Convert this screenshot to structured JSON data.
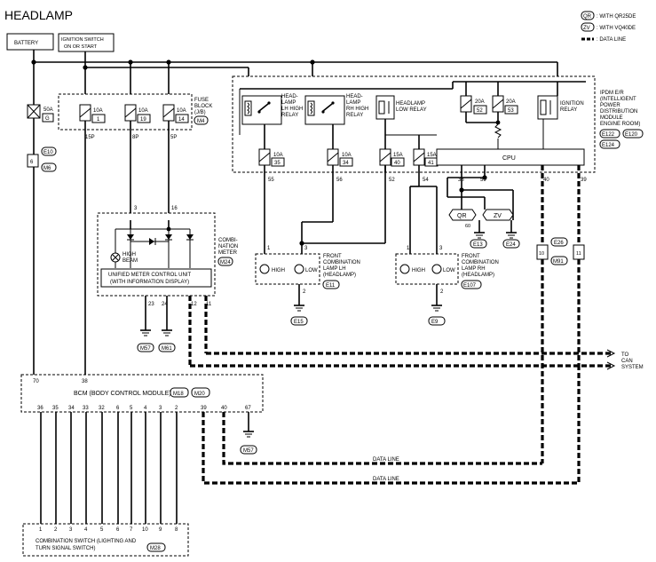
{
  "title": "HEADLAMP",
  "legend": {
    "qr_code": "QR",
    "qr_text": ": WITH QR25DE",
    "zv_code": "ZV",
    "zv_text": ": WITH VQ40DE",
    "data_line_text": ": DATA LINE"
  },
  "top_boxes": {
    "battery": "BATTERY",
    "ignition_line1": "IGNITION SWITCH",
    "ignition_line2": "ON OR START"
  },
  "fuse_block": {
    "label_line1": "FUSE",
    "label_line2": "BLOCK",
    "label_line3": "(J/B)",
    "connector": "M4",
    "fuses": [
      {
        "amp": "10A",
        "num": "1",
        "pin": "15P"
      },
      {
        "amp": "10A",
        "num": "19",
        "pin": "8P"
      },
      {
        "amp": "10A",
        "num": "14",
        "pin": "5P"
      }
    ]
  },
  "main_fuse": {
    "amp": "50A",
    "num": "G"
  },
  "fusible_connector": {
    "c1": "E10",
    "pin": "6",
    "c2": "M6"
  },
  "ipdm": {
    "label_lines": [
      "IPDM E/R",
      "(INTELLIGENT",
      "POWER",
      "DISTRIBUTION",
      "MODULE",
      "ENGINE ROOM)"
    ],
    "connectors": [
      "E122",
      "E120",
      "E124"
    ],
    "relays": [
      {
        "lines": [
          "HEAD-",
          "LAMP",
          "LH HIGH",
          "RELAY"
        ]
      },
      {
        "lines": [
          "HEAD-",
          "LAMP",
          "RH HIGH",
          "RELAY"
        ]
      },
      {
        "lines": [
          "HEADLAMP",
          "LOW RELAY"
        ]
      },
      {
        "lines": [
          "IGNITION",
          "RELAY"
        ]
      }
    ],
    "upper_fuses": [
      {
        "amp": "20A",
        "num": "52"
      },
      {
        "amp": "20A",
        "num": "53"
      }
    ],
    "lower_fuses": [
      {
        "amp": "10A",
        "num": "35"
      },
      {
        "amp": "10A",
        "num": "34"
      },
      {
        "amp": "15A",
        "num": "40"
      },
      {
        "amp": "15A",
        "num": "41"
      }
    ],
    "cpu": "CPU",
    "pins": [
      "55",
      "56",
      "52",
      "54",
      "38",
      "59",
      "40",
      "39"
    ]
  },
  "ground_variants": {
    "qr": "QR",
    "zv": "ZV",
    "pin_60": "60",
    "ground_qr": "E13",
    "ground_zv": "E24"
  },
  "combination_meter": {
    "label_lines": [
      "COMBI-",
      "NATION",
      "METER"
    ],
    "connector": "M24",
    "pin_in1": "3",
    "pin_in2": "16",
    "high_beam_line1": "HIGH",
    "high_beam_line2": "BEAM",
    "unit_line1": "UNIFIED METER CONTROL UNIT",
    "unit_line2": "(WITH INFORMATION DISPLAY)",
    "pins_bottom": [
      "23",
      "24",
      "12",
      "11"
    ],
    "ground1": "M57",
    "ground2": "M61"
  },
  "lamp_lh": {
    "label_lines": [
      "FRONT",
      "COMBINATION",
      "LAMP LH",
      "(HEADLAMP)"
    ],
    "connector": "E11",
    "high": "HIGH",
    "low": "LOW",
    "pin_high": "1",
    "pin_low": "3",
    "pin_gnd": "2",
    "ground": "E15"
  },
  "lamp_rh": {
    "label_lines": [
      "FRONT",
      "COMBINATION",
      "LAMP RH",
      "(HEADLAMP)"
    ],
    "connector": "E107",
    "high": "HIGH",
    "low": "LOW",
    "pin_high": "1",
    "pin_low": "3",
    "pin_gnd": "2",
    "ground": "E9"
  },
  "joint_connector": {
    "pin_a": "10",
    "c1": "E26",
    "c2": "M91",
    "pin_b": "11"
  },
  "can": {
    "line1": "TO",
    "line2": "CAN",
    "line3": "SYSTEM"
  },
  "bcm": {
    "label": "BCM (BODY CONTROL MODULE)",
    "connectors": [
      "M18",
      "M20"
    ],
    "top_pins": [
      "70",
      "38"
    ],
    "bottom_pins": [
      "36",
      "35",
      "34",
      "33",
      "32",
      "6",
      "5",
      "4",
      "3",
      "2",
      "39",
      "40",
      "67"
    ],
    "ground": "M57"
  },
  "data_line_label_1": "DATA LINE",
  "data_line_label_2": "DATA LINE",
  "combination_switch": {
    "pins": [
      "1",
      "2",
      "3",
      "4",
      "5",
      "6",
      "7",
      "10",
      "9",
      "8"
    ],
    "label_line1": "COMBINATION SWITCH (LIGHTING AND",
    "label_line2": "TURN SIGNAL SWITCH)",
    "connector": "M28"
  }
}
